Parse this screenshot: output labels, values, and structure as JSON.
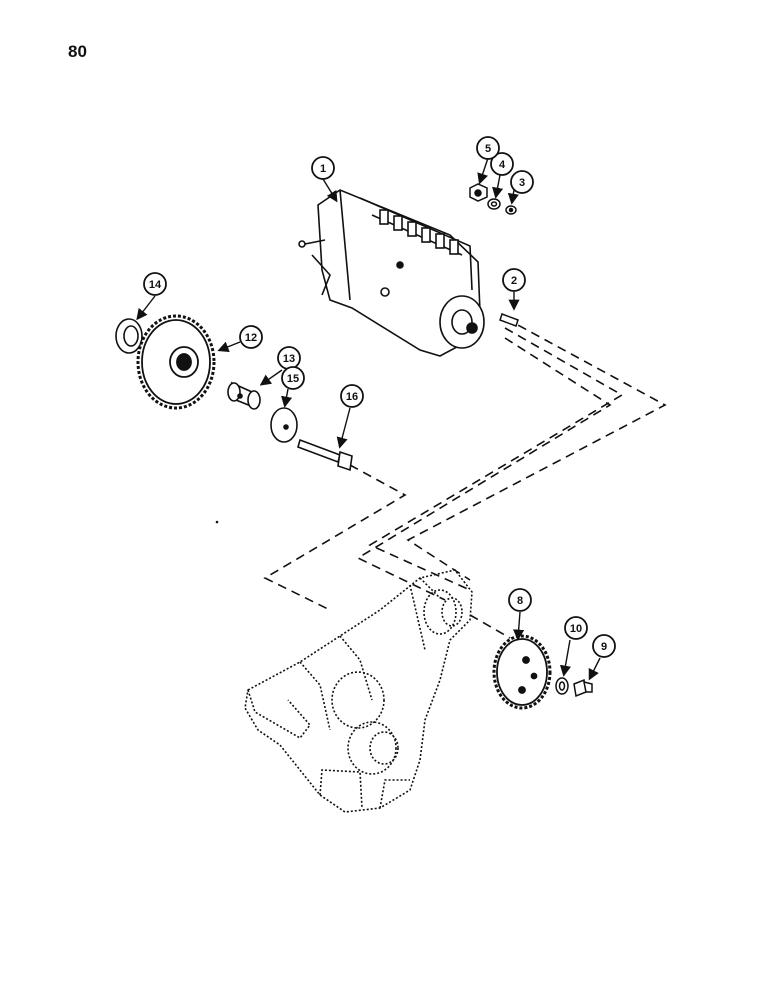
{
  "page": {
    "number": "80"
  },
  "callouts": [
    {
      "id": "c1",
      "label": "1"
    },
    {
      "id": "c2",
      "label": "2"
    },
    {
      "id": "c3",
      "label": "3"
    },
    {
      "id": "c4",
      "label": "4"
    },
    {
      "id": "c5",
      "label": "5"
    },
    {
      "id": "c8",
      "label": "8"
    },
    {
      "id": "c9",
      "label": "9"
    },
    {
      "id": "c10",
      "label": "10"
    },
    {
      "id": "c12",
      "label": "12"
    },
    {
      "id": "c13",
      "label": "13"
    },
    {
      "id": "c14",
      "label": "14"
    },
    {
      "id": "c15",
      "label": "15"
    },
    {
      "id": "c16",
      "label": "16"
    }
  ]
}
